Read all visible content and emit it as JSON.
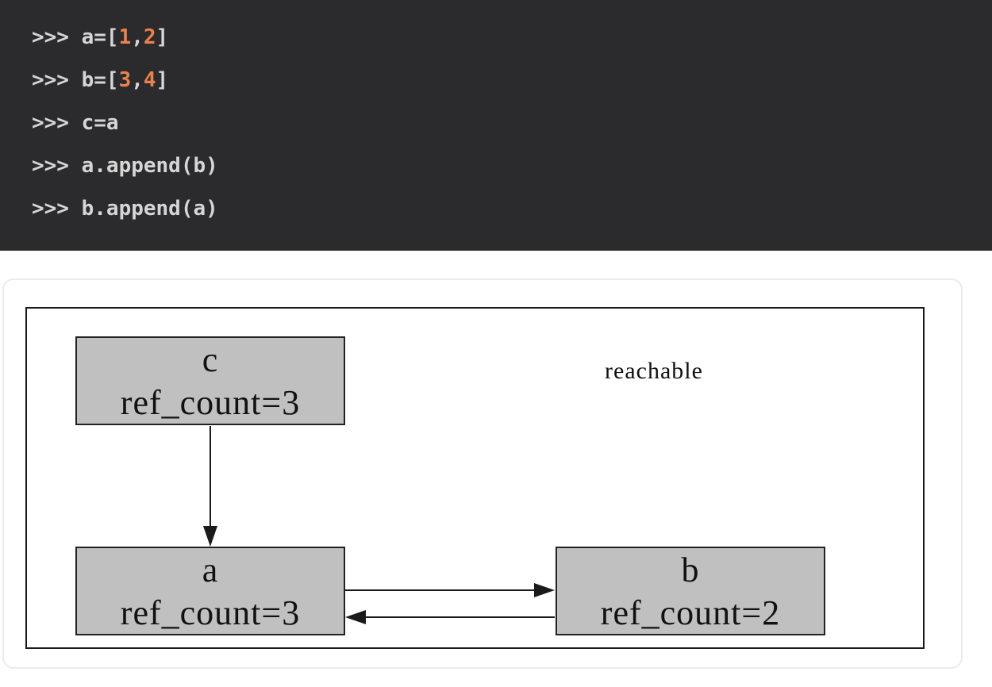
{
  "colors": {
    "code_bg": "#2b2b2d",
    "code_text": "#d6d6d6",
    "number_orange": "#e8834e",
    "box_fill": "#c0c0c0",
    "line_black": "#1a1a1a",
    "card_border": "#ebebeb"
  },
  "terminal": {
    "lines": [
      {
        "segments": [
          {
            "text": ">>> a=[",
            "color": "default"
          },
          {
            "text": "1",
            "color": "number"
          },
          {
            "text": ",",
            "color": "default"
          },
          {
            "text": "2",
            "color": "number"
          },
          {
            "text": "]",
            "color": "default"
          }
        ]
      },
      {
        "segments": [
          {
            "text": ">>> b=[",
            "color": "default"
          },
          {
            "text": "3",
            "color": "number"
          },
          {
            "text": ",",
            "color": "default"
          },
          {
            "text": "4",
            "color": "number"
          },
          {
            "text": "]",
            "color": "default"
          }
        ]
      },
      {
        "segments": [
          {
            "text": ">>> c=a",
            "color": "default"
          }
        ]
      },
      {
        "segments": [
          {
            "text": ">>> a.append(b)",
            "color": "default"
          }
        ]
      },
      {
        "segments": [
          {
            "text": ">>> b.append(a)",
            "color": "default"
          }
        ]
      }
    ]
  },
  "diagram": {
    "region_label": "reachable",
    "nodes": [
      {
        "id": "c",
        "name": "c",
        "ref": "ref_count=3"
      },
      {
        "id": "a",
        "name": "a",
        "ref": "ref_count=3"
      },
      {
        "id": "b",
        "name": "b",
        "ref": "ref_count=2"
      }
    ],
    "edges": [
      {
        "from": "c",
        "to": "a"
      },
      {
        "from": "a",
        "to": "b"
      },
      {
        "from": "b",
        "to": "a"
      }
    ]
  }
}
